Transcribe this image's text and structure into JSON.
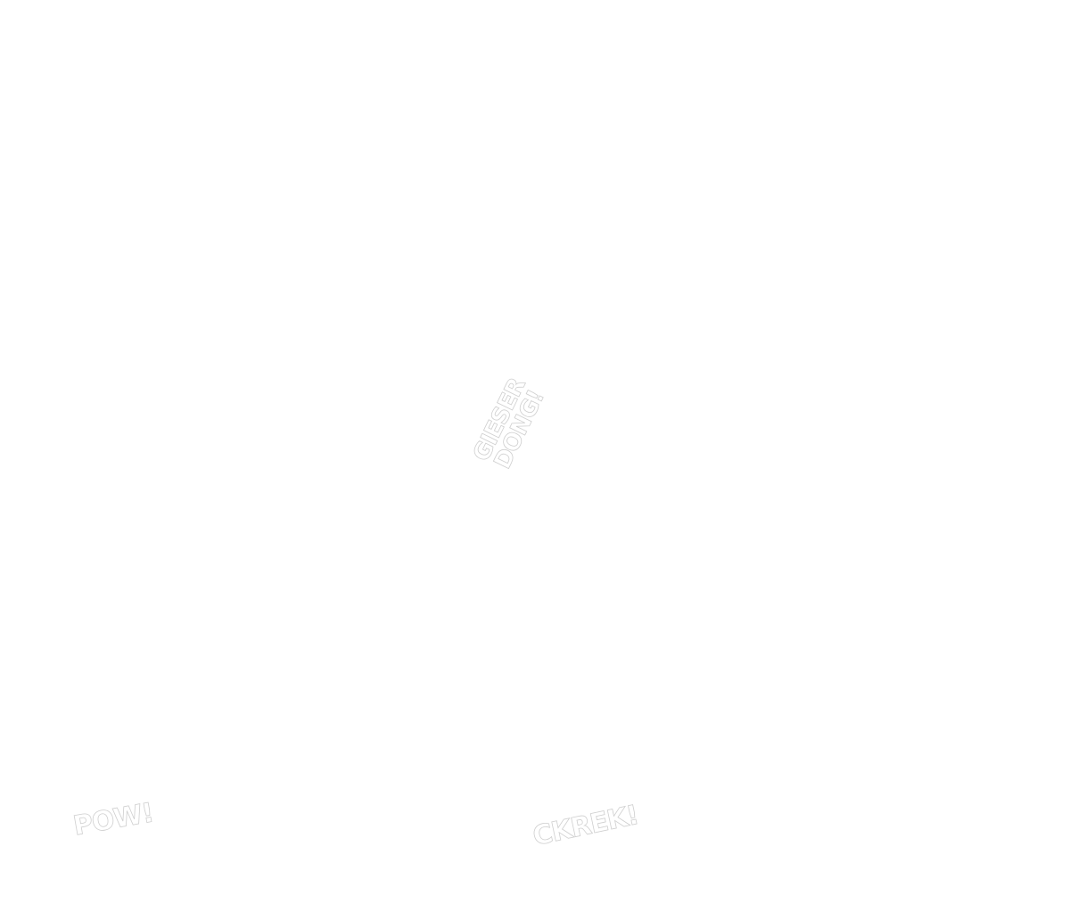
{
  "background_color": "#ffffff",
  "outline_color": "#cfcfcf",
  "sound_effects": [
    {
      "id": "gieser-dong",
      "lines": [
        "GIESER",
        "DONG!"
      ]
    },
    {
      "id": "pow",
      "lines": [
        "POW!"
      ]
    },
    {
      "id": "ckrek",
      "lines": [
        "CKREK!"
      ]
    }
  ]
}
